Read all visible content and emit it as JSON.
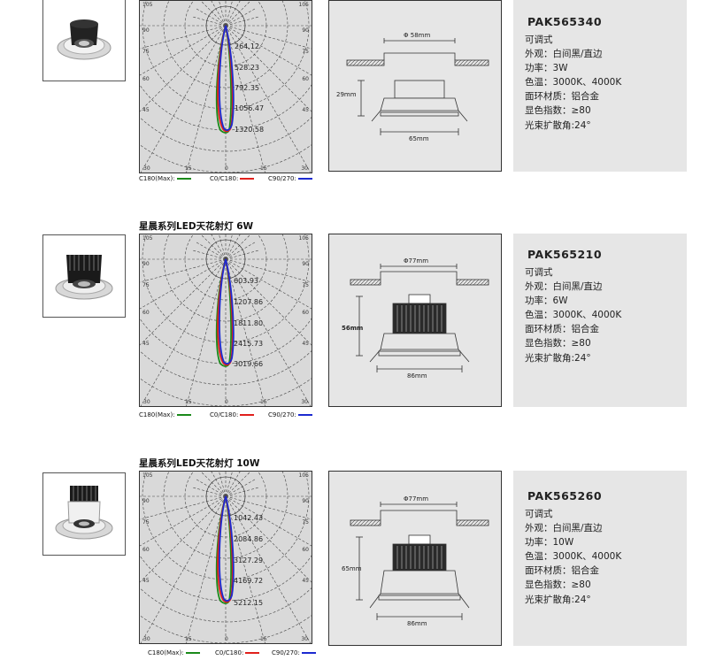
{
  "products": [
    {
      "series_title": "",
      "polar": {
        "top_left": "105",
        "top_right": "105",
        "angle_labels_left": [
          "90",
          "75",
          "60",
          "45"
        ],
        "angle_labels_right": [
          "90",
          "75",
          "60",
          "45"
        ],
        "bottom_labels": [
          "30",
          "15",
          "0",
          "15",
          "30"
        ],
        "intensity_labels": [
          "264.12",
          "528.23",
          "792.35",
          "1056.47",
          "1320.58"
        ]
      },
      "legend": {
        "c180": "C180(Max):",
        "c0": "C0/C180:",
        "c90": "C90/270:"
      },
      "dimensions": {
        "hole": "Φ 58mm",
        "height": "29mm",
        "width": "65mm"
      },
      "spec": {
        "model": "PAK565340",
        "lines": [
          "可调式",
          "外观：白间黑/直边",
          "功率：3W",
          "色温：3000K、4000K",
          "面环材质：铝合金",
          "显色指数：≥80",
          "光束扩散角:24°"
        ]
      }
    },
    {
      "series_title": "星晨系列LED天花射灯  6W",
      "polar": {
        "top_left": "105",
        "top_right": "105",
        "angle_labels_left": [
          "90",
          "75",
          "60",
          "45"
        ],
        "angle_labels_right": [
          "90",
          "75",
          "60",
          "45"
        ],
        "bottom_labels": [
          "30",
          "15",
          "0",
          "15",
          "30"
        ],
        "intensity_labels": [
          "603.93",
          "1207.86",
          "1811.80",
          "2415.73",
          "3019.66"
        ]
      },
      "legend": {
        "c180": "C180(Max):",
        "c0": "C0/C180:",
        "c90": "C90/270:"
      },
      "dimensions": {
        "hole": "Φ77mm",
        "height": "56mm",
        "width": "86mm"
      },
      "spec": {
        "model": "PAK565210",
        "lines": [
          "可调式",
          "外观：白间黑/直边",
          "功率：6W",
          "色温：3000K、4000K",
          "面环材质：铝合金",
          "显色指数：≥80",
          "光束扩散角:24°"
        ]
      }
    },
    {
      "series_title": "星晨系列LED天花射灯  10W",
      "polar": {
        "top_left": "105",
        "top_right": "105",
        "angle_labels_left": [
          "90",
          "75",
          "60",
          "45"
        ],
        "angle_labels_right": [
          "90",
          "75",
          "60",
          "45"
        ],
        "bottom_labels": [
          "30",
          "15",
          "0",
          "15",
          "30"
        ],
        "intensity_labels": [
          "1042.43",
          "2084.86",
          "3127.29",
          "4169.72",
          "5212.15"
        ]
      },
      "legend": {
        "c180": "C180(Max):",
        "c0": "C0/C180:",
        "c90": "C90/270:"
      },
      "dimensions": {
        "hole": "Φ77mm",
        "height": "65mm",
        "width": "86mm"
      },
      "spec": {
        "model": "PAK565260",
        "lines": [
          "可调式",
          "外观：白间黑/直边",
          "功率：10W",
          "色温：3000K、4000K",
          "面环材质：铝合金",
          "显色指数：≥80",
          "光束扩散角:24°"
        ]
      }
    }
  ],
  "colors": {
    "c180": "#1a8a1a",
    "c0": "#e0201c",
    "c90": "#1c2ad0",
    "panel": "#e6e6e6",
    "polar_bg": "#d9d9d9"
  }
}
